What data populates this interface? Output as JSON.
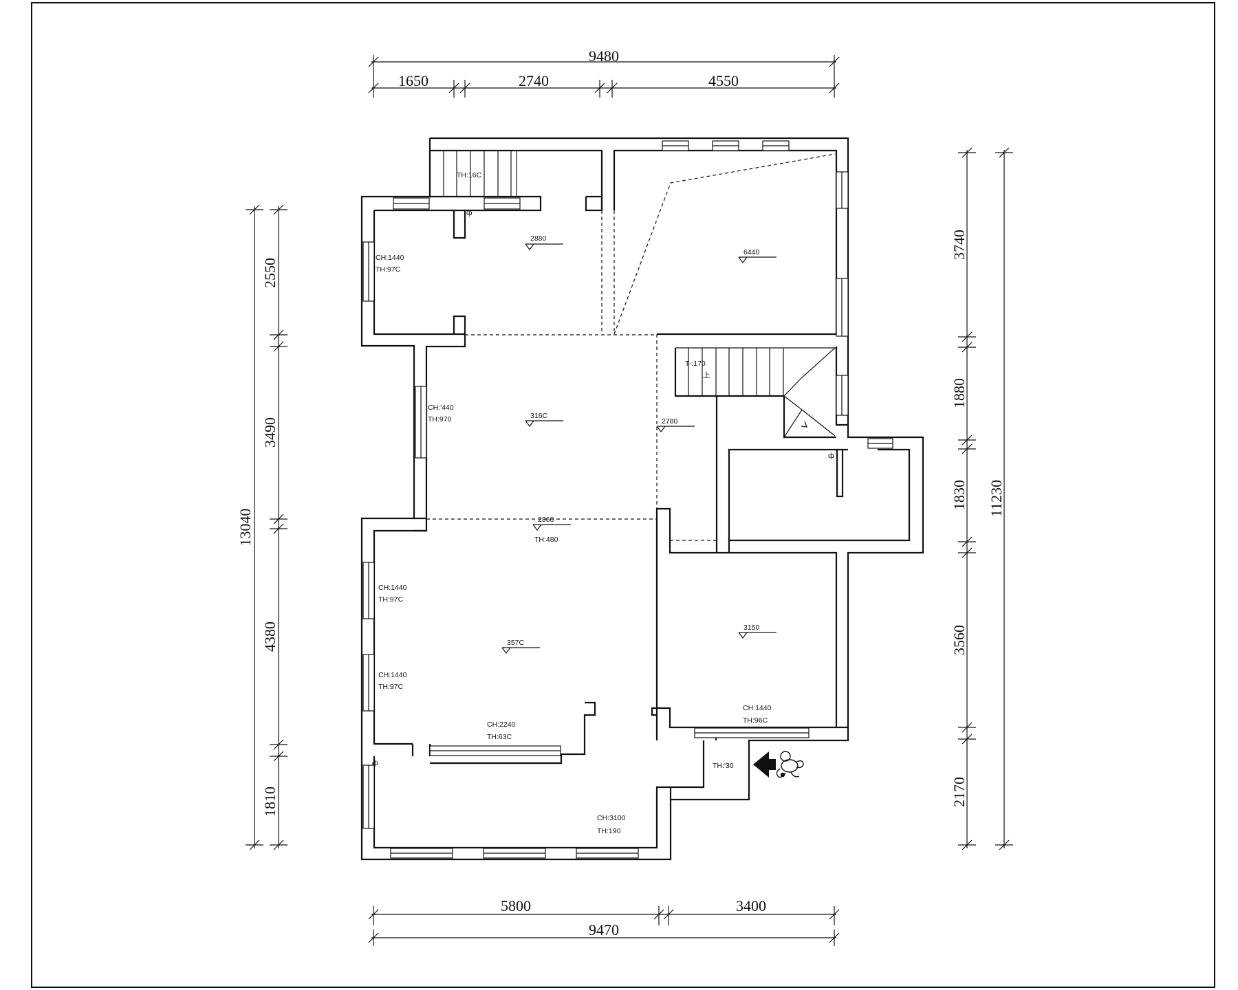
{
  "dimensions": {
    "top_total": "9480",
    "top_1": "1650",
    "top_2": "2740",
    "top_3": "4550",
    "bottom_1": "5800",
    "bottom_2": "3400",
    "bottom_total": "9470",
    "left_total": "13040",
    "left_1": "2550",
    "left_2": "3490",
    "left_3": "4380",
    "left_4": "1810",
    "right_total": "11230",
    "right_1": "3740",
    "right_2": "1880",
    "right_3": "1830",
    "right_4": "3560",
    "right_5": "2170"
  },
  "ceilings": {
    "r1": "2880",
    "r2": "6440",
    "r3": "316C",
    "r4": "2780",
    "r5": "2860",
    "r6": "357C",
    "r7": "3150"
  },
  "labels": {
    "th_top_stair": "TH:16C",
    "ch_a": "CH:1440",
    "th_a": "TH:97C",
    "ch_b": "CH:'440",
    "th_b": "TH:970",
    "th_stair": "T-:170",
    "stair_up": "上",
    "th_c": "TH:480",
    "ch_d": "CH:1440",
    "th_d": "TH:97C",
    "ch_e": "CH:1440",
    "th_e": "TH:97C",
    "ch_f": "CH:2240",
    "th_f": "TH:63C",
    "ch_g": "CH:1440",
    "th_g": "TH:96C",
    "th_h": "TH:'30",
    "ch_i": "CH:3100",
    "th_i": "TH:190",
    "socket": "ф"
  }
}
